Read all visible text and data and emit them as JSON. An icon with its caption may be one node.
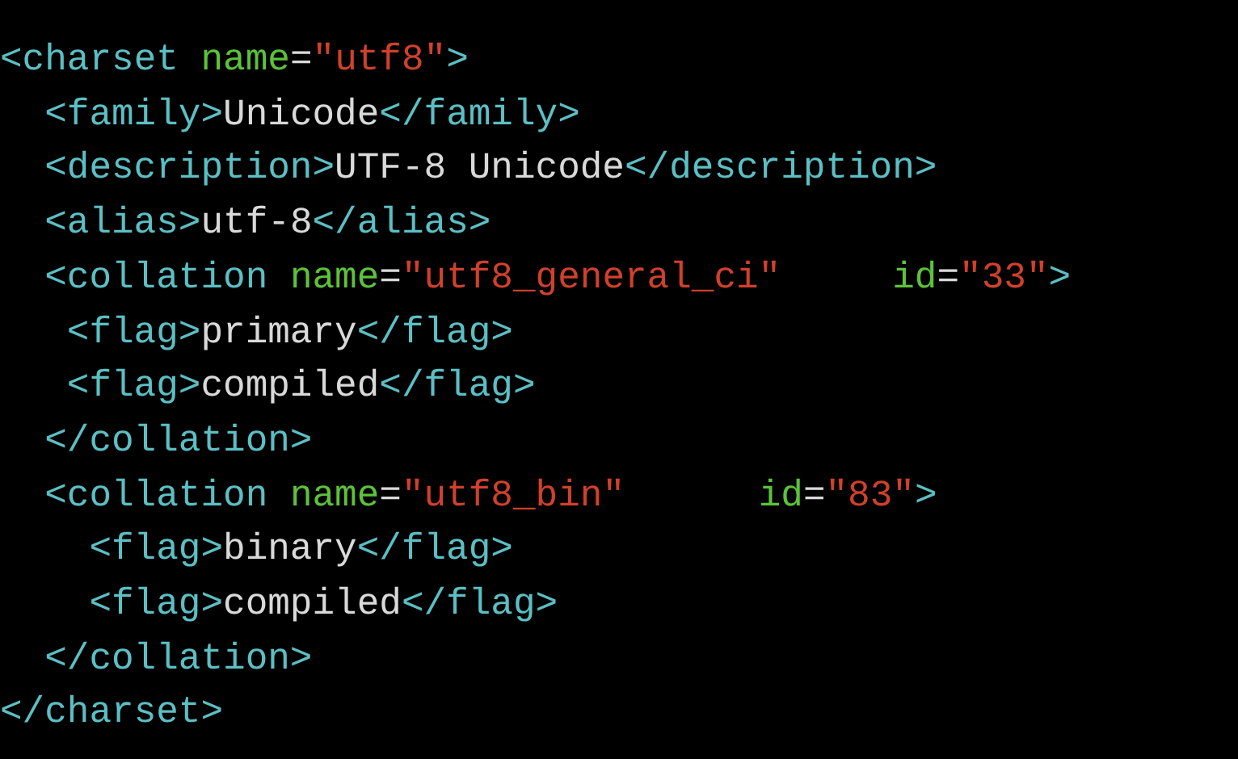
{
  "diagram": {
    "labels": [
      "<charset name=\"utf8\">",
      "<family>Unicode</family>",
      "<description>UTF-8 Unicode</description>",
      "<alias>utf-8</alias>",
      "<collation name=\"utf8_general_ci\" id=\"33\">",
      "<flag>primary</flag>",
      "<flag>compiled</flag>",
      "</collation>",
      "<collation name=\"utf8_bin\" id=\"83\">",
      "<flag>binary</flag>",
      "<flag>compiled</flag>",
      "</collation>",
      "</charset>"
    ]
  }
}
